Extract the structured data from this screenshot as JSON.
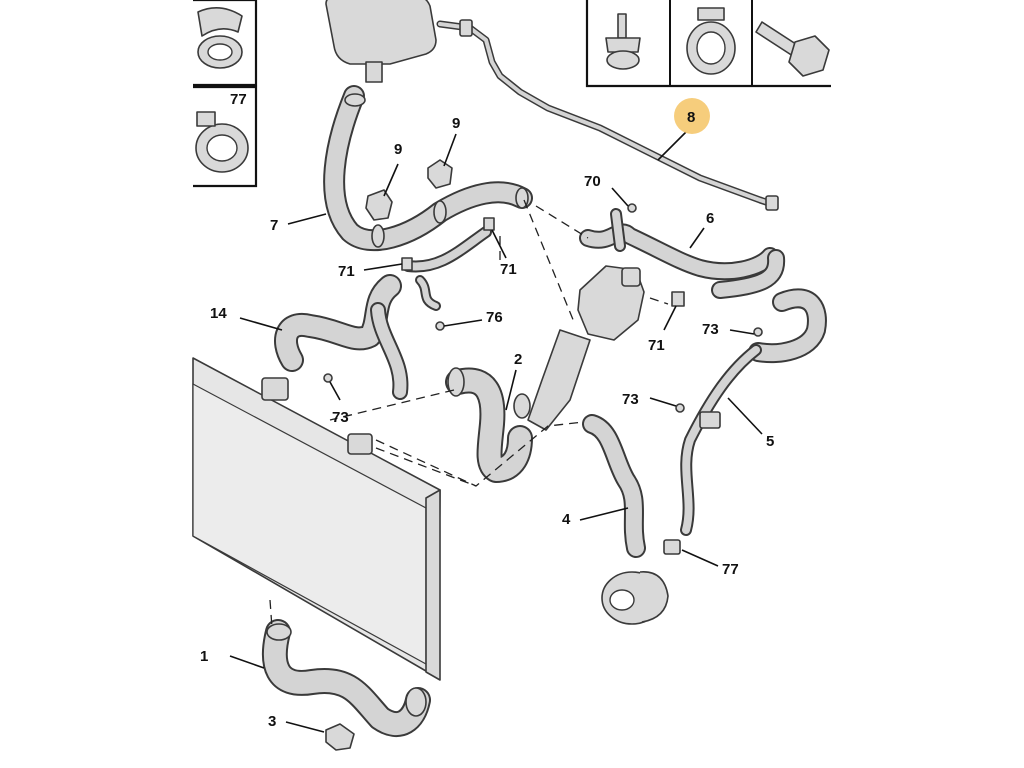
{
  "diagram": {
    "highlight_color": "#f5c86e",
    "callouts": [
      {
        "id": "c1",
        "text": "1"
      },
      {
        "id": "c2",
        "text": "2"
      },
      {
        "id": "c3",
        "text": "3"
      },
      {
        "id": "c4",
        "text": "4"
      },
      {
        "id": "c5",
        "text": "5"
      },
      {
        "id": "c6",
        "text": "6"
      },
      {
        "id": "c7",
        "text": "7"
      },
      {
        "id": "c8",
        "text": "8"
      },
      {
        "id": "c9a",
        "text": "9"
      },
      {
        "id": "c9b",
        "text": "9"
      },
      {
        "id": "c14",
        "text": "14"
      },
      {
        "id": "c70",
        "text": "70"
      },
      {
        "id": "c71a",
        "text": "71"
      },
      {
        "id": "c71b",
        "text": "71"
      },
      {
        "id": "c71c",
        "text": "71"
      },
      {
        "id": "c73a",
        "text": "73"
      },
      {
        "id": "c73b",
        "text": "73"
      },
      {
        "id": "c73c",
        "text": "73"
      },
      {
        "id": "c76",
        "text": "76"
      },
      {
        "id": "c77a",
        "text": "77"
      },
      {
        "id": "c77b",
        "text": "77"
      }
    ]
  }
}
